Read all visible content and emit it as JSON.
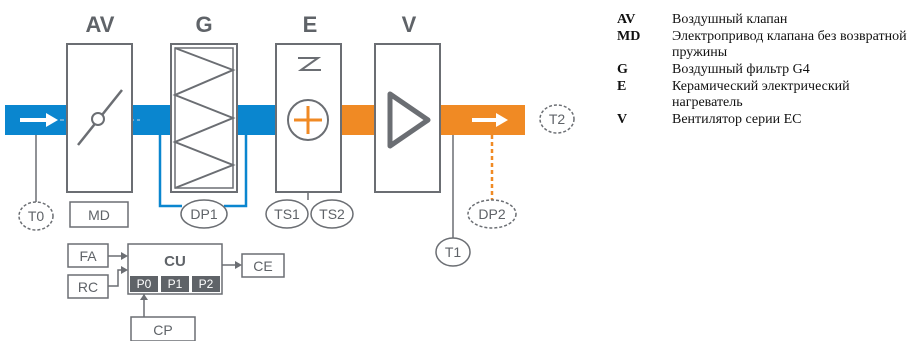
{
  "components": {
    "av": "AV",
    "g": "G",
    "e": "E",
    "v": "V",
    "md": "MD",
    "cu": "CU",
    "ce": "CE",
    "fa": "FA",
    "rc": "RC",
    "cp": "CP"
  },
  "ports": [
    "P0",
    "P1",
    "P2"
  ],
  "sensors": {
    "t0": "T0",
    "t1": "T1",
    "t2": "T2",
    "dp1": "DP1",
    "dp2": "DP2",
    "ts1": "TS1",
    "ts2": "TS2"
  },
  "legend": [
    {
      "code": "AV",
      "desc": "Воздушный клапан"
    },
    {
      "code": "MD",
      "desc": "Электропривод клапана без возвратной пружины"
    },
    {
      "code": "G",
      "desc": "Воздушный фильтр G4"
    },
    {
      "code": "E",
      "desc": "Керамический электрический нагреватель"
    },
    {
      "code": "V",
      "desc": "Вентилятор серии EC"
    }
  ],
  "colors": {
    "duct_cold": "#0a86cf",
    "duct_warm": "#f08a24",
    "line": "#6b6e73",
    "port_bg": "#5f6368"
  }
}
